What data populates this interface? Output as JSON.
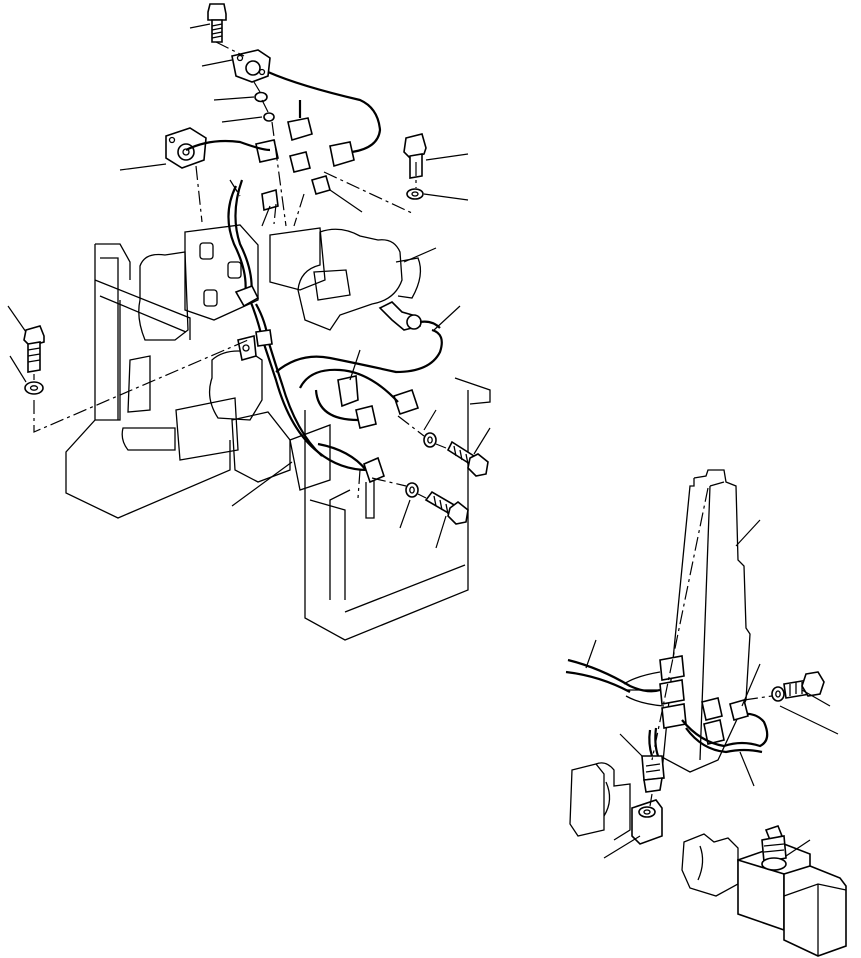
{
  "figure": {
    "kind": "exploded parts diagram (line art)",
    "printed_text": []
  },
  "colors": {
    "ink": "#000000",
    "paper": "#ffffff"
  },
  "components": [
    {
      "id": "sensor-bolt-top"
    },
    {
      "id": "pressure-sensor-top"
    },
    {
      "id": "washer-upper"
    },
    {
      "id": "o-ring-upper"
    },
    {
      "id": "pressure-sensor-left"
    },
    {
      "id": "bolt-upper-right"
    },
    {
      "id": "washer-upper-right"
    },
    {
      "id": "connector-block"
    },
    {
      "id": "control-valve-assembly"
    },
    {
      "id": "pressure-switch"
    },
    {
      "id": "wiring-harness"
    },
    {
      "id": "bolt-left"
    },
    {
      "id": "washer-left"
    },
    {
      "id": "harness-clamp"
    },
    {
      "id": "washer-right-a"
    },
    {
      "id": "bolt-right-a"
    },
    {
      "id": "washer-right-b"
    },
    {
      "id": "bolt-right-b"
    },
    {
      "id": "mounting-bracket"
    },
    {
      "id": "bracket-column-inset"
    },
    {
      "id": "harness-inset"
    },
    {
      "id": "bolt-inset"
    },
    {
      "id": "washer-inset"
    },
    {
      "id": "sensor-inset"
    },
    {
      "id": "valve-block-inset"
    },
    {
      "id": "valve-housing-inset"
    },
    {
      "id": "pressure-switch-inset"
    }
  ]
}
